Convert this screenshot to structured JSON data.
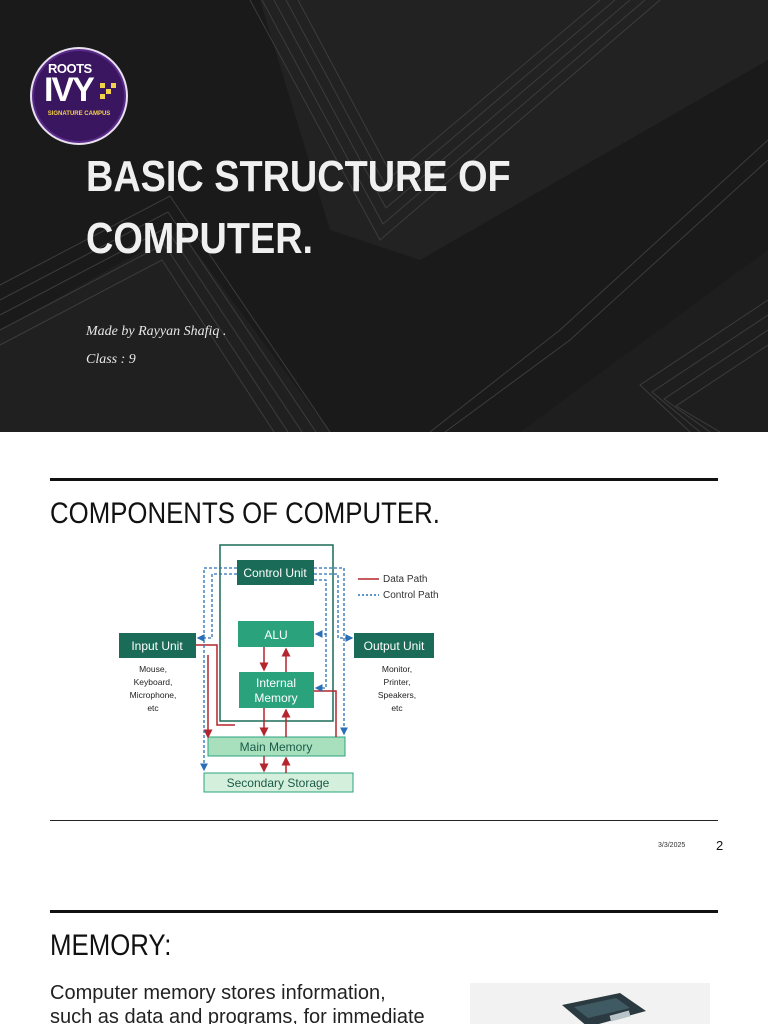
{
  "slide1": {
    "logo": {
      "line1": "ROOTS",
      "line2": "IVY",
      "line3": "SIGNATURE CAMPUS",
      "bg_color": "#3a1660",
      "accent_color": "#f2d24a"
    },
    "title": "BASIC STRUCTURE OF COMPUTER.",
    "author": "Made by Rayyan Shafiq .",
    "class_line": "Class : 9",
    "background_color": "#191919"
  },
  "slide2": {
    "heading": "COMPONENTS OF COMPUTER.",
    "date": "3/3/2025",
    "page_number": "2",
    "diagram": {
      "control_unit": "Control Unit",
      "alu": "ALU",
      "internal_memory_line1": "Internal",
      "internal_memory_line2": "Memory",
      "input_unit": "Input Unit",
      "output_unit": "Output Unit",
      "main_memory": "Main Memory",
      "secondary_storage": "Secondary Storage",
      "input_examples": [
        "Mouse,",
        "Keyboard,",
        "Microphone,",
        "etc"
      ],
      "output_examples": [
        "Monitor,",
        "Printer,",
        "Speakers,",
        "etc"
      ],
      "legend": {
        "data_path": "Data Path",
        "control_path": "Control Path"
      },
      "colors": {
        "dark_box": "#1a6b57",
        "mid_box": "#2aa37c",
        "light_box": "#d4f0dc",
        "data_path": "#b3262e",
        "control_path": "#2a6fb5"
      }
    }
  },
  "slide3": {
    "heading": "MEMORY:",
    "body": "Computer memory stores information,\nsuch as data and programs, for immediate"
  }
}
